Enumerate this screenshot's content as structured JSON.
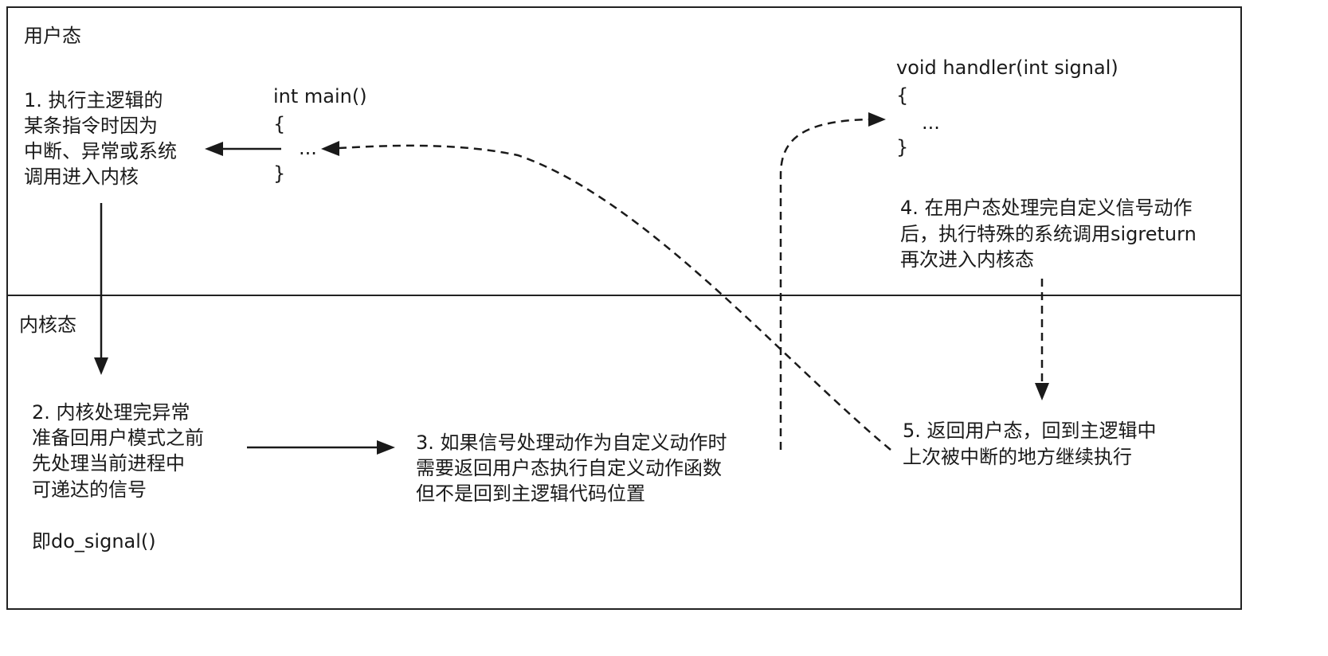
{
  "regions": {
    "user_mode": "用户态",
    "kernel_mode": "内核态"
  },
  "code": {
    "main_sig": "int main()",
    "main_open": "{",
    "main_body": "...",
    "main_close": "}",
    "handler_sig": "void handler(int signal)",
    "handler_open": "{",
    "handler_body": "...",
    "handler_close": "}"
  },
  "steps": {
    "step1": [
      "1. 执行主逻辑的",
      "某条指令时因为",
      "中断、异常或系统",
      "调用进入内核"
    ],
    "step2": [
      "2. 内核处理完异常",
      "准备回用户模式之前",
      "先处理当前进程中",
      "可递达的信号"
    ],
    "step2_note": "即do_signal()",
    "step3": [
      "3. 如果信号处理动作为自定义动作时",
      "需要返回用户态执行自定义动作函数",
      "但不是回到主逻辑代码位置"
    ],
    "step4": [
      "4. 在用户态处理完自定义信号动作",
      "后，执行特殊的系统调用sigreturn",
      "再次进入内核态"
    ],
    "step5": [
      "5. 返回用户态，回到主逻辑中",
      "上次被中断的地方继续执行"
    ]
  },
  "colors": {
    "line": "#1a1a1a",
    "background": "#ffffff"
  }
}
